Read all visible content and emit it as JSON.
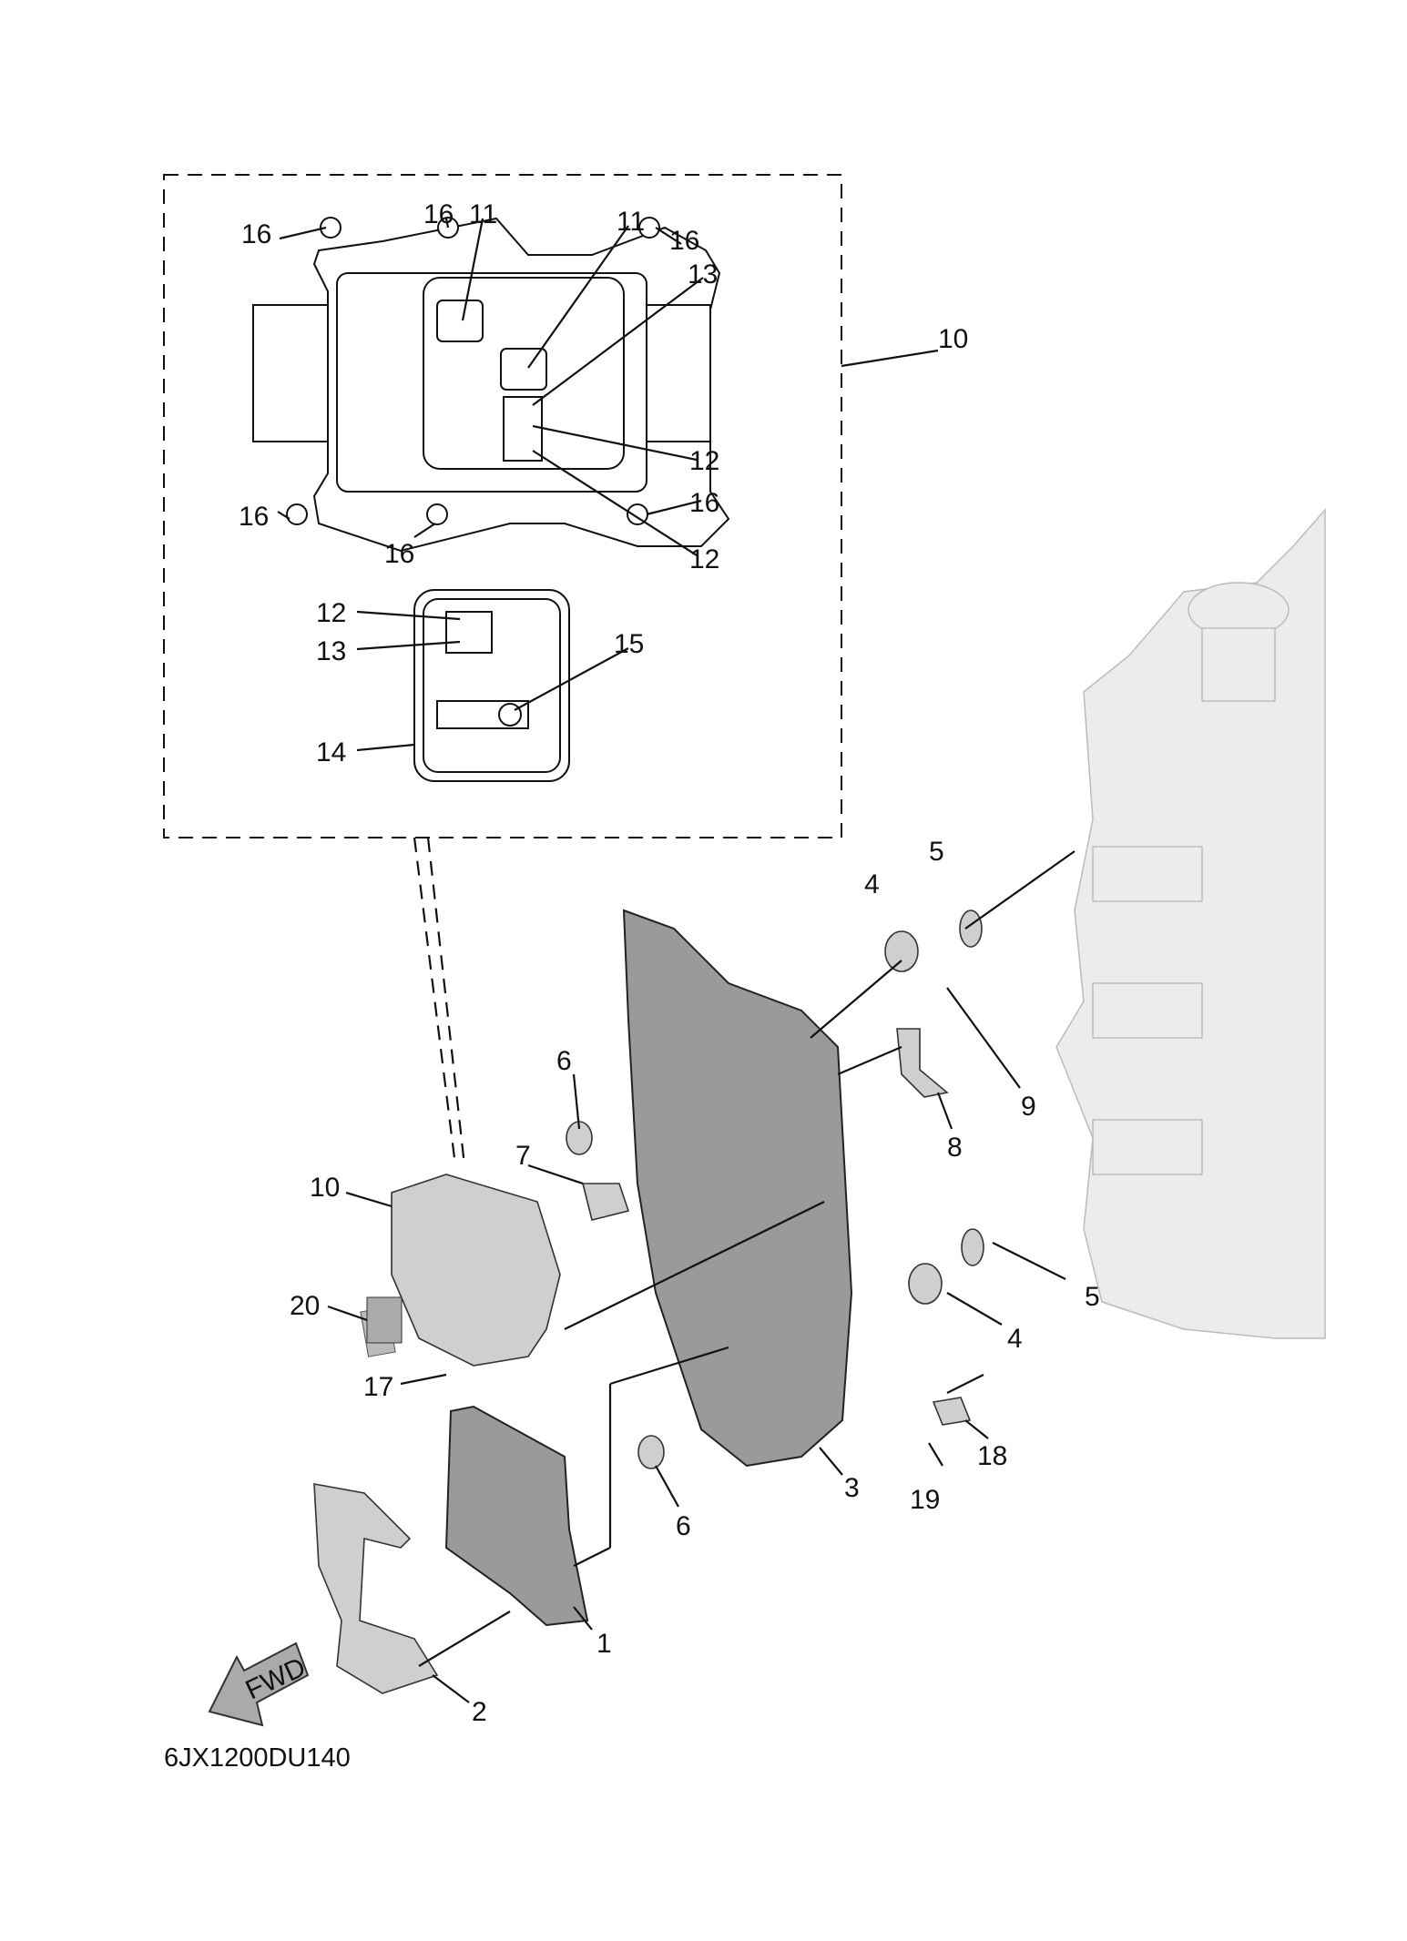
{
  "diagram": {
    "drawing_code": "6JX1200DU140",
    "fwd_marker": "FWD",
    "callouts": [
      "16",
      "16",
      "11",
      "11",
      "16",
      "13",
      "10",
      "12",
      "16",
      "16",
      "16",
      "12",
      "12",
      "13",
      "15",
      "14",
      "5",
      "4",
      "6",
      "9",
      "7",
      "8",
      "10",
      "5",
      "20",
      "4",
      "17",
      "18",
      "3",
      "19",
      "6",
      "1",
      "2"
    ]
  }
}
